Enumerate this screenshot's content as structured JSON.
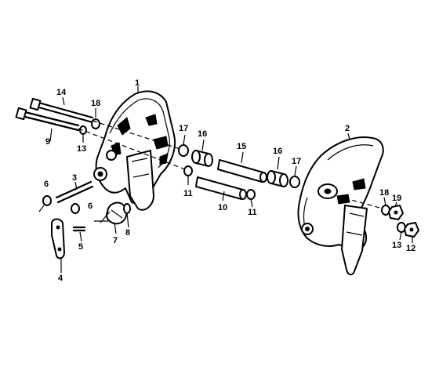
{
  "labels": {
    "l1": "1",
    "l2": "2",
    "l3": "3",
    "l4": "4",
    "l5": "5",
    "l6a": "6",
    "l6b": "6",
    "l7": "7",
    "l8": "8",
    "l9": "9",
    "l10": "10",
    "l11a": "11",
    "l11b": "11",
    "l12": "12",
    "l13a": "13",
    "l13b": "13",
    "l14": "14",
    "l15": "15",
    "l16a": "16",
    "l16b": "16",
    "l17a": "17",
    "l17b": "17",
    "l18a": "18",
    "l18b": "18",
    "l19": "19"
  }
}
